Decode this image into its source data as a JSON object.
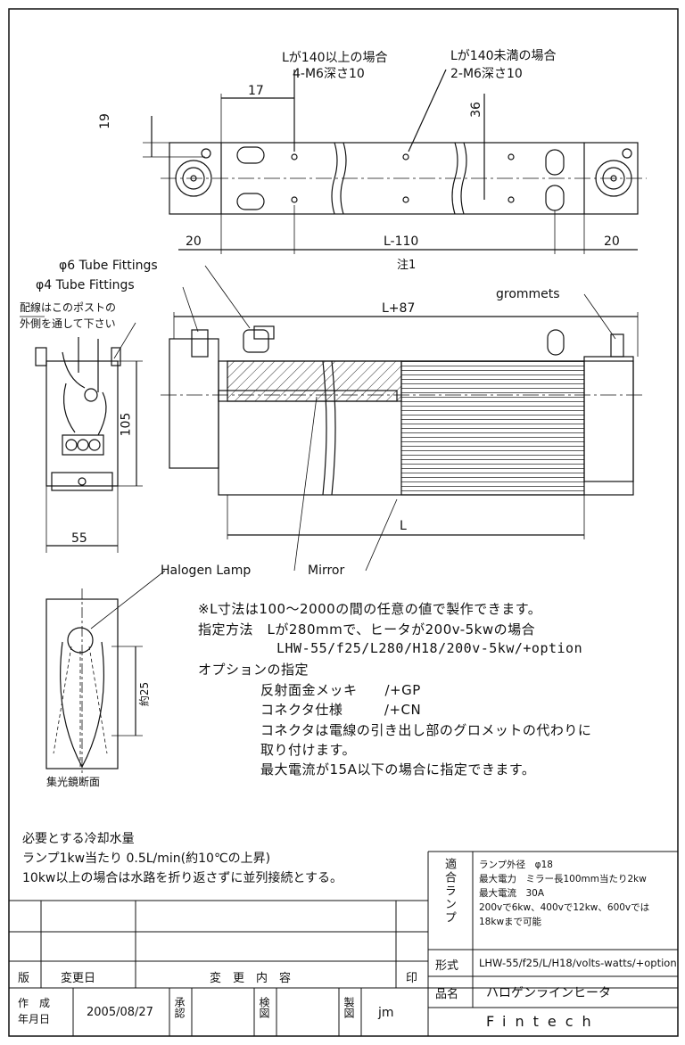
{
  "top_view": {
    "note_left_line1": "Lが140以上の場合",
    "note_left_line2": "4-M6深さ10",
    "note_right_line1": "Lが140未満の場合",
    "note_right_line2": "2-M6深さ10",
    "dim_17": "17",
    "dim_19": "19",
    "dim_36": "36",
    "dim_20_left": "20",
    "dim_l110": "L-110",
    "dim_20_right": "20",
    "note1": "注1"
  },
  "side_view": {
    "tube6": "φ6 Tube Fittings",
    "tube4": "φ4 Tube Fittings",
    "wiring_line1": "配線はこのポストの",
    "wiring_line2": "外側を通して下さい",
    "grommets": "grommets",
    "dim_l87": "L+87",
    "dim_105": "105",
    "dim_55": "55",
    "dim_l": "L",
    "halogen": "Halogen Lamp",
    "mirror": "Mirror"
  },
  "section": {
    "caption": "集光鏡断面",
    "dim_25": "約25"
  },
  "notes": [
    "※L寸法は100～2000の間の任意の値で製作できます。",
    "指定方法　Lが280mmで、ヒータが200v-5kwの場合",
    "LHW-55/f25/L280/H18/200v-5kw/+option",
    "オプションの指定",
    "反射面金メッキ　　/+GP",
    "コネクタ仕様　　　/+CN",
    "コネクタは電線の引き出し部のグロメットの代わりに",
    "取り付けます。",
    "最大電流が15A以下の場合に指定できます。"
  ],
  "cooling": {
    "title": "必要とする冷却水量",
    "line1": "ランプ1kw当たり 0.5L/min(約10℃の上昇)",
    "line2": "10kw以上の場合は水路を折り返さずに並列接続とする。"
  },
  "title_block": {
    "header_ban": "版",
    "header_date": "変更日",
    "header_content": "変　更　内　容",
    "header_seal": "印",
    "made_label": "作　成\n年月日",
    "made_date": "2005/08/27",
    "approve": "承認",
    "inspect": "検図",
    "draft": "製図",
    "drafter": "jm",
    "lamp_label": "適合ランプ",
    "lamp_line1": "ランプ外径　φ18",
    "lamp_line2": "最大電力　ミラー長100mm当たり2kw",
    "lamp_line3": "最大電流　30A",
    "lamp_line4": "200vで6kw、400vで12kw、600vでは",
    "lamp_line5": "18kwまで可能",
    "model_label": "形式",
    "model_value": "LHW-55/f25/L/H18/volts-watts/+option",
    "name_label": "品名",
    "name_value": "ハロゲンラインヒータ",
    "company": "Fintech"
  }
}
